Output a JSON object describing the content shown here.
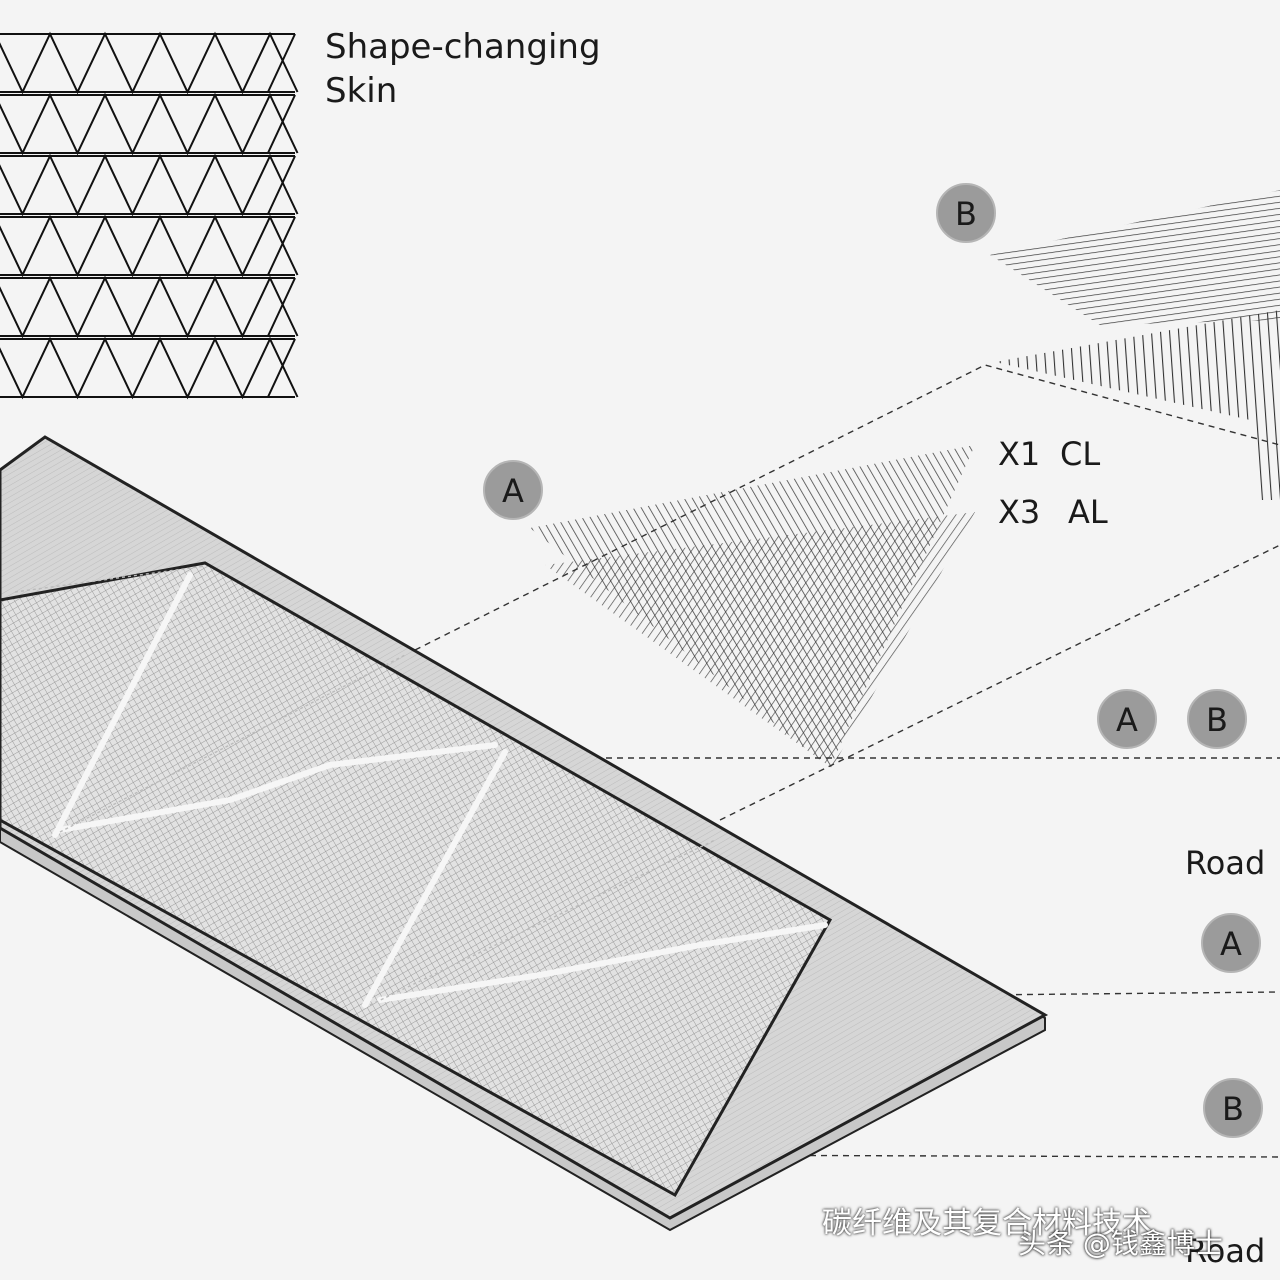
{
  "title_line1": "Shape-changing",
  "title_line2": "Skin",
  "layer_labels": {
    "x1": "X1",
    "cl": "CL",
    "x3": "X3",
    "al": "AL"
  },
  "badges": {
    "a_top": "A",
    "b_top": "B",
    "a_mid": "A",
    "b_mid": "B",
    "a_road": "A",
    "b_road": "B"
  },
  "road_labels": {
    "road_upper": "Road",
    "road_lower": "Road"
  },
  "watermark": {
    "line1": "碳纤维及其复合材料技术",
    "line2": "头条 @钱鑫博士"
  }
}
